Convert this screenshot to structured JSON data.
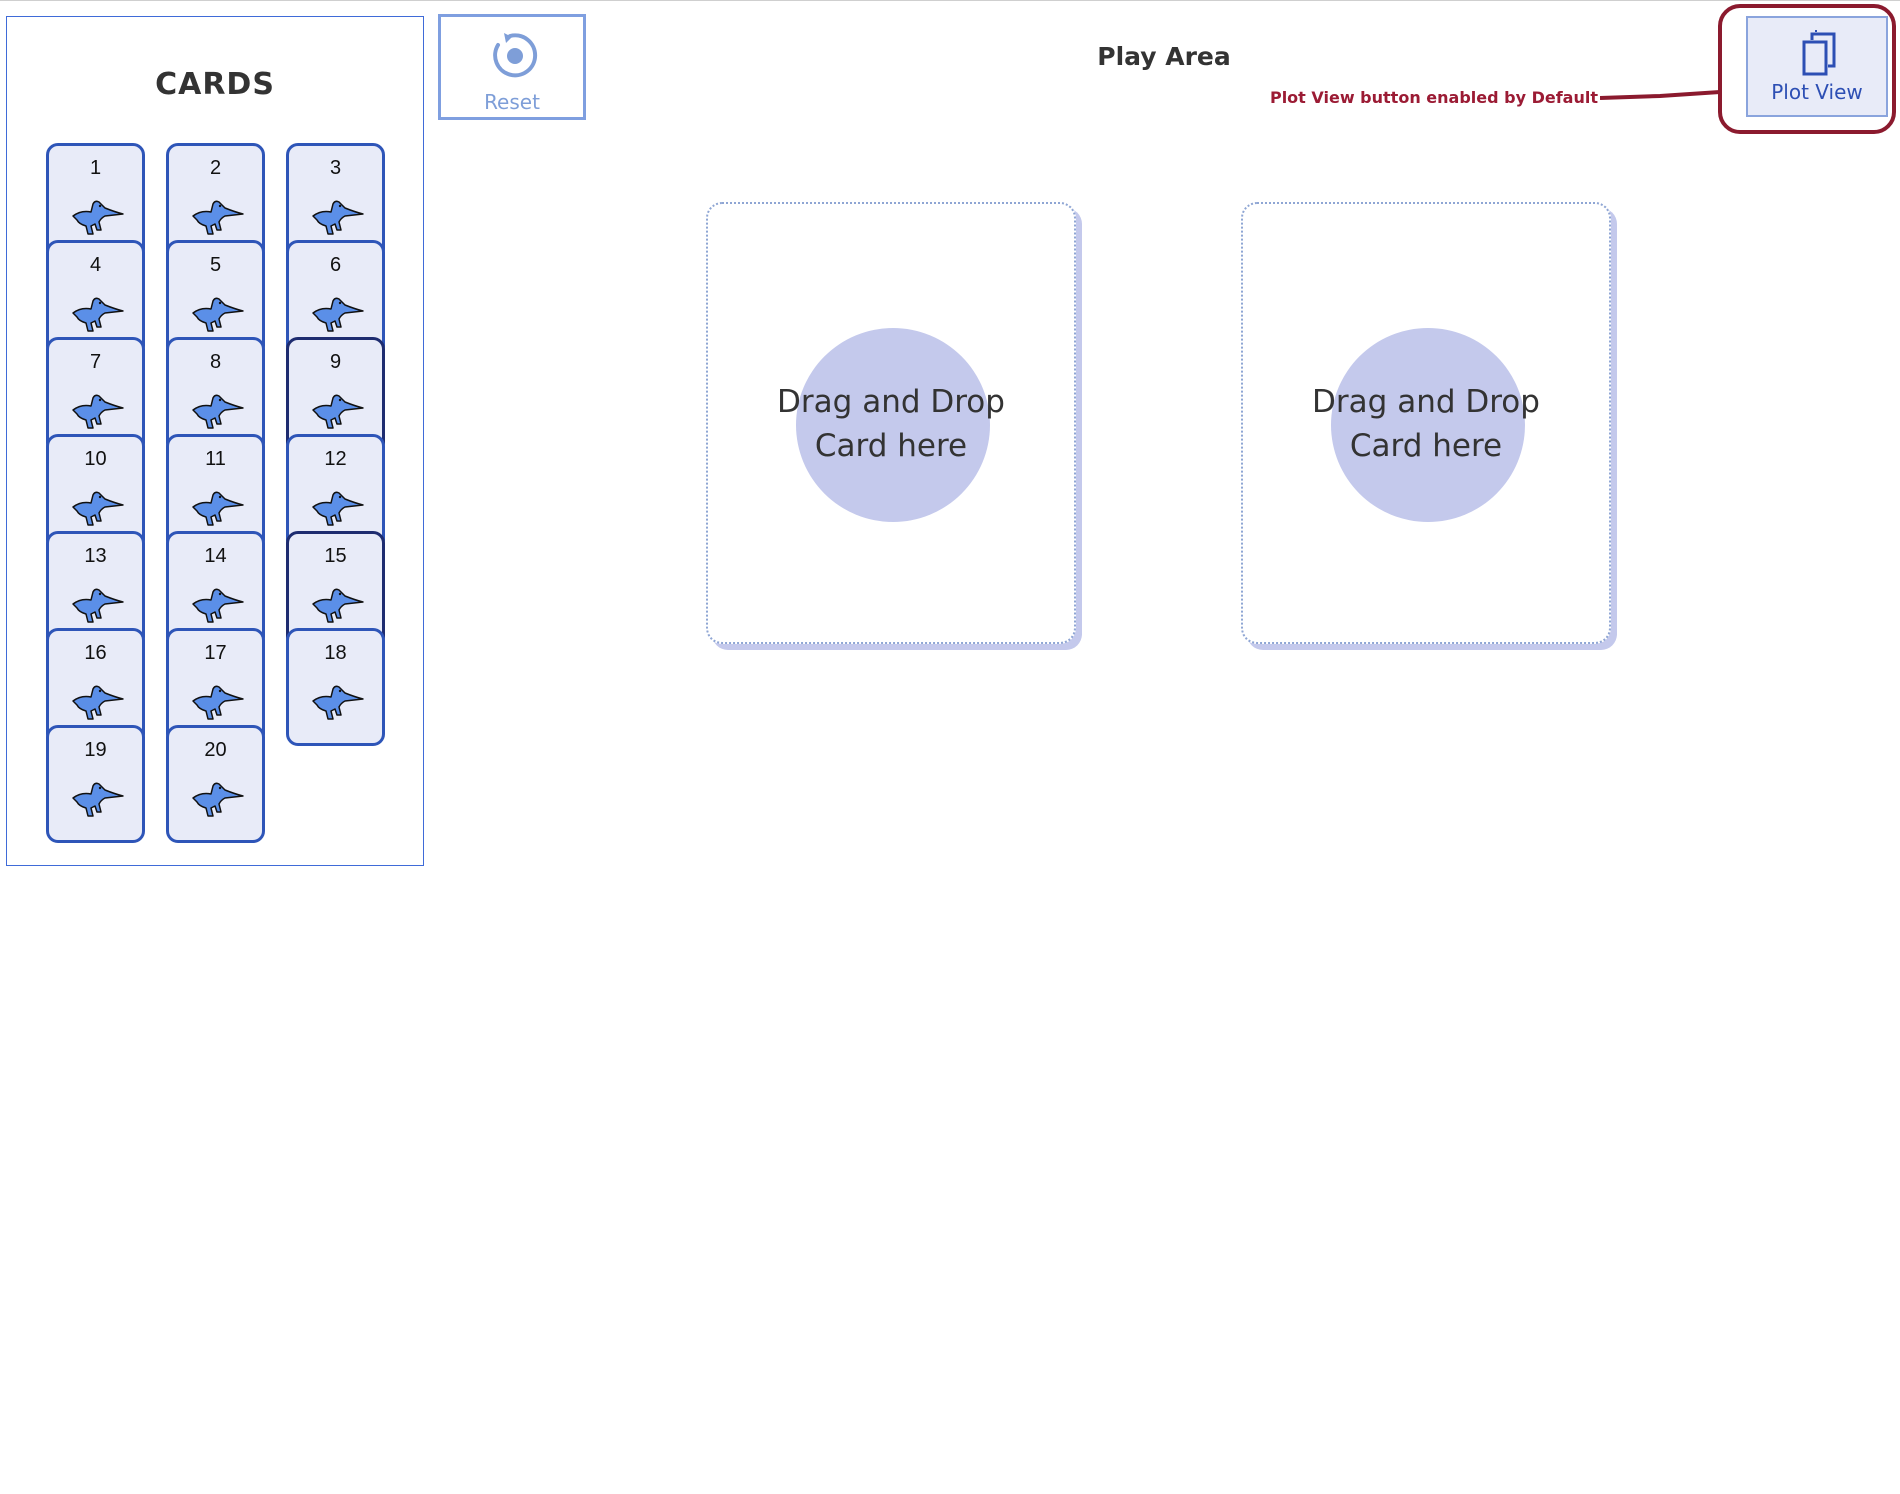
{
  "cards_panel": {
    "title": "CARDS",
    "cards": [
      {
        "num": "1",
        "col": 0,
        "row": 0
      },
      {
        "num": "2",
        "col": 1,
        "row": 0
      },
      {
        "num": "3",
        "col": 2,
        "row": 0
      },
      {
        "num": "4",
        "col": 0,
        "row": 1
      },
      {
        "num": "5",
        "col": 1,
        "row": 1
      },
      {
        "num": "6",
        "col": 2,
        "row": 1
      },
      {
        "num": "7",
        "col": 0,
        "row": 2
      },
      {
        "num": "8",
        "col": 1,
        "row": 2
      },
      {
        "num": "9",
        "col": 2,
        "row": 2
      },
      {
        "num": "10",
        "col": 0,
        "row": 3
      },
      {
        "num": "11",
        "col": 1,
        "row": 3
      },
      {
        "num": "12",
        "col": 2,
        "row": 3
      },
      {
        "num": "13",
        "col": 0,
        "row": 4
      },
      {
        "num": "14",
        "col": 1,
        "row": 4
      },
      {
        "num": "15",
        "col": 2,
        "row": 4
      },
      {
        "num": "16",
        "col": 0,
        "row": 5
      },
      {
        "num": "17",
        "col": 1,
        "row": 5
      },
      {
        "num": "18",
        "col": 2,
        "row": 5
      },
      {
        "num": "19",
        "col": 0,
        "row": 6
      },
      {
        "num": "20",
        "col": 1,
        "row": 6
      }
    ],
    "card_icon": "dinosaur-icon"
  },
  "toolbar": {
    "reset_label": "Reset",
    "reset_icon": "reset-icon",
    "plot_view_label": "Plot View",
    "plot_view_icon": "copy-cards-icon"
  },
  "play_area": {
    "title": "Play Area",
    "drop_zones": [
      {
        "text_line1": "Drag and Drop",
        "text_line2": "Card here"
      },
      {
        "text_line1": "Drag and Drop",
        "text_line2": "Card here"
      }
    ]
  },
  "annotation": {
    "text": "Plot View button enabled by Default",
    "color": "#9b1b34"
  },
  "colors": {
    "card_border": "#2e55b8",
    "card_fill": "#e8ebf8",
    "dino_fill": "#5b8fe8",
    "drop_circle": "#c4c9ec",
    "accent": "#2d4fb4"
  }
}
